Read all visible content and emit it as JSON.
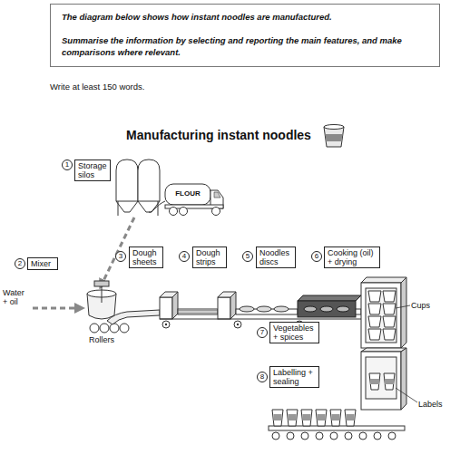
{
  "diagram": {
    "title": "Manufacturing instant noodles",
    "nodes": [
      {
        "text": [
          "The diagram below shows how instant noodles are manufactured.",
          "Summarise the information by selecting and reporting the main features, and make comparisons where relevant."
        ]
      },
      {
        "text": [
          "Storage silos"
        ]
      },
      {
        "text": [
          "Mixer"
        ]
      },
      {
        "text": [
          "Dough sheets"
        ]
      },
      {
        "text": [
          "Dough strips"
        ]
      },
      {
        "text": [
          "Noodles discs"
        ]
      },
      {
        "text": [
          "Cooking (oil) + drying"
        ]
      },
      {
        "text": [
          "Vegetables + spices"
        ]
      },
      {
        "text": [
          "Labelling + sealing"
        ]
      }
    ],
    "labels": [
      "Write at least 150 words.",
      "1",
      "FLOUR",
      "2",
      "Water + oil",
      "Rollers",
      "3",
      "4",
      "5",
      "6",
      "Cups",
      "7",
      "8",
      "Labels"
    ]
  }
}
